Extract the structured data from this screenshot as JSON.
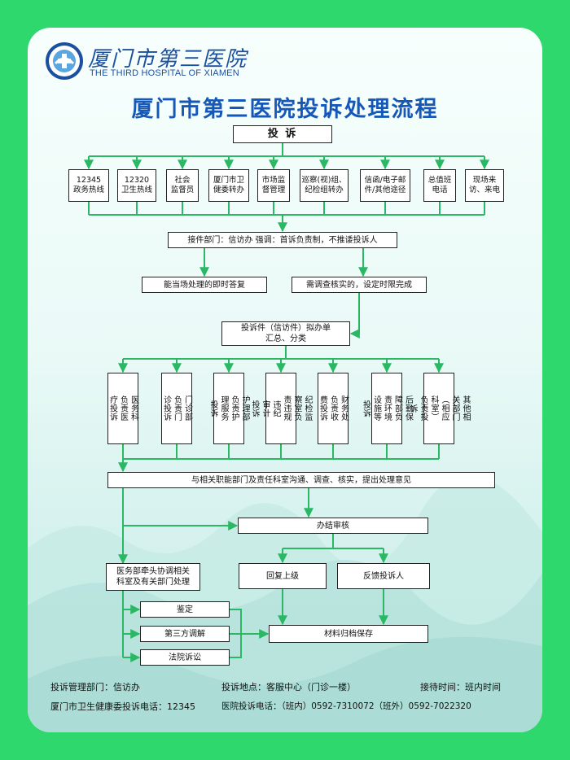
{
  "header": {
    "logo_cn": "厦门市第三医院",
    "logo_en": "THE THIRD HOSPITAL OF XIAMEN",
    "title": "厦门市第三医院投诉处理流程"
  },
  "flow": {
    "top": "投 诉",
    "channels": [
      "12345\n政务热线",
      "12320\n卫生热线",
      "社会\n监督员",
      "厦门市卫\n健委转办",
      "市场监\n督管理",
      "巡察(视)组、\n纪检组转办",
      "信函/电子邮\n件/其他途径",
      "总值班\n电话",
      "现场来\n访、来电"
    ],
    "receiver": "接件部门：信访办  强调：首诉负责制，不推诿投诉人",
    "immediate": "能当场处理的即时答复",
    "need_verify": "需调查核实的，设定时限完成",
    "draft": "投诉件（信访件）拟办单\n汇总、分类",
    "departments": [
      "医务科\n负责医\n疗投诉",
      "门诊部\n负责门\n诊投诉",
      "护理部\n负责护\n理服务\n投诉",
      "纪检监\n察室负\n责违规\n违纪\n审计\n投诉",
      "财务处\n负责收\n费投诉",
      "后勤保\n障部负\n责环境\n设施等\n投诉",
      "其他相\n关部门\n（相应\n科室）\n负责投\n诉"
    ],
    "communicate": "与相关职能部门及责任科室沟通、调查、核实，提出处理意见",
    "review": "办结审核",
    "coordinate": "医务部牵头协调相关\n科室及有关部门处理",
    "reply": "回复上级",
    "feedback": "反馈投诉人",
    "appraisal": "鉴定",
    "mediation": "第三方调解",
    "lawsuit": "法院诉讼",
    "archive": "材料归档保存"
  },
  "footer": {
    "dept": "投诉管理部门：信访办",
    "location": "投诉地点：客服中心（门诊一楼）",
    "hours": "接待时间：班内时间",
    "commission_tel": "厦门市卫生健康委投诉电话：12345",
    "hospital_tel": "医院投诉电话：（班内）0592-7310072（班外）0592-7022320"
  },
  "colors": {
    "border": "#2fd86d",
    "arrow": "#2bb865",
    "title": "#1558b8",
    "logo": "#1b4fa0"
  }
}
